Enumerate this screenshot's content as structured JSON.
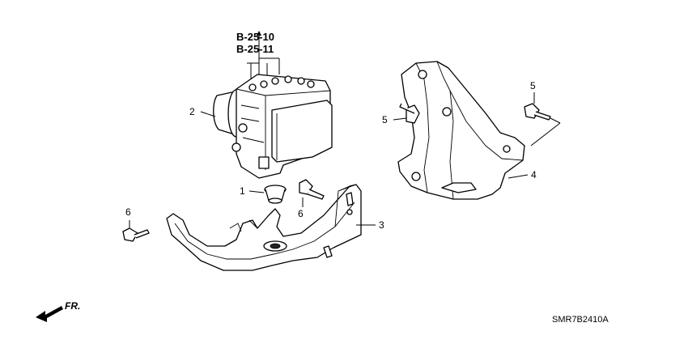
{
  "diagram": {
    "refs": [
      "B-25-10",
      "B-25-11"
    ],
    "callouts": {
      "abs_modulator": "2",
      "grommet": "1",
      "bolt_center": "6",
      "bolt_left": "6",
      "bracket": "3",
      "bolt_upper": "5",
      "bolt_right": "5",
      "bracket_cover": "4"
    },
    "direction_label": "FR.",
    "part_code": "SMR7B2410A"
  }
}
